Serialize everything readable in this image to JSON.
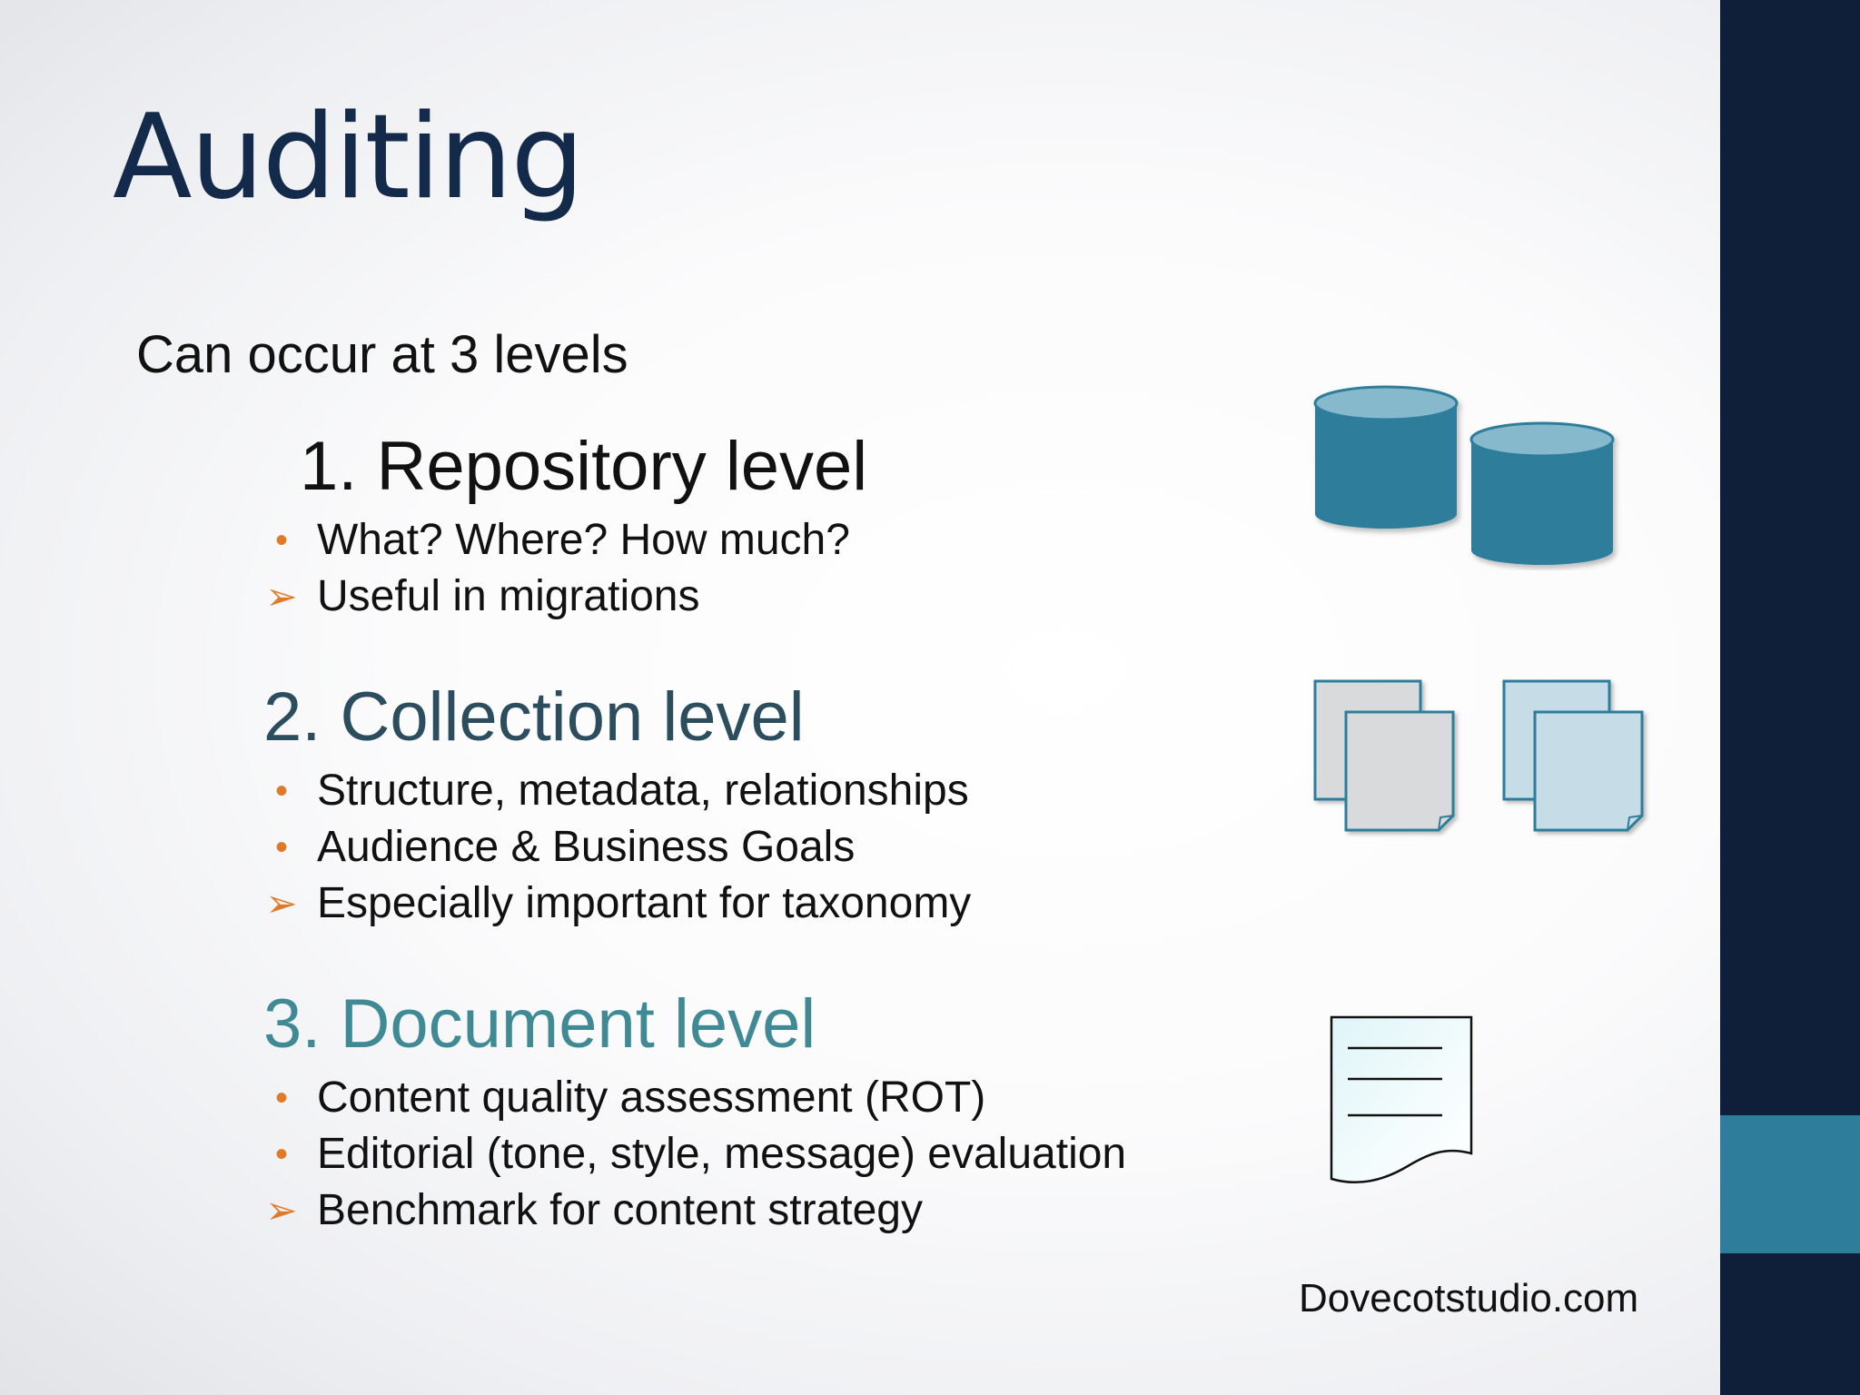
{
  "slide": {
    "title": "Auditing",
    "intro": "Can occur at 3 levels",
    "sections": [
      {
        "heading": "1. Repository level",
        "items": [
          {
            "marker": "bullet",
            "text": "What? Where? How much?"
          },
          {
            "marker": "arrow",
            "text": "Useful in migrations"
          }
        ]
      },
      {
        "heading": "2. Collection level",
        "items": [
          {
            "marker": "bullet",
            "text": "Structure, metadata, relationships"
          },
          {
            "marker": "bullet",
            "text": "Audience & Business Goals"
          },
          {
            "marker": "arrow",
            "text": "Especially important for taxonomy"
          }
        ]
      },
      {
        "heading": "3. Document level",
        "items": [
          {
            "marker": "bullet",
            "text": "Content quality assessment (ROT)"
          },
          {
            "marker": "bullet",
            "text": "Editorial (tone, style, message) evaluation"
          },
          {
            "marker": "arrow",
            "text": "Benchmark for content strategy"
          }
        ]
      }
    ],
    "footer": "Dovecotstudio.com"
  },
  "icons": [
    "database-icon",
    "database-icon",
    "pages-icon",
    "pages-icon",
    "document-icon"
  ],
  "colors": {
    "title": "#132a4a",
    "collection_heading": "#2b4d5e",
    "document_heading": "#3f8a95",
    "bullet_marker": "#e07a26",
    "sidebar": "#0f1f3a",
    "sidebar_accent": "#2e7d9b",
    "database": "#2e7d9b"
  }
}
